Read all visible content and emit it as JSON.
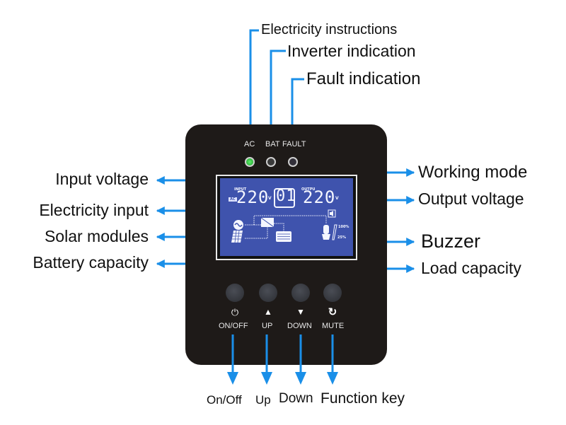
{
  "callouts": {
    "top": [
      {
        "label": "Electricity instructions",
        "target": "AC"
      },
      {
        "label": "Inverter indication",
        "target": "BAT"
      },
      {
        "label": "Fault indication",
        "target": "FAULT"
      }
    ],
    "left": [
      {
        "label": "Input voltage"
      },
      {
        "label": "Electricity input"
      },
      {
        "label": "Solar modules"
      },
      {
        "label": "Battery capacity"
      }
    ],
    "right": [
      {
        "label": "Working mode"
      },
      {
        "label": "Output voltage"
      },
      {
        "label": "Buzzer"
      },
      {
        "label": "Load capacity"
      }
    ],
    "bottom": [
      {
        "label": "On/Off"
      },
      {
        "label": "Up"
      },
      {
        "label": "Down"
      },
      {
        "label": "Function key"
      }
    ]
  },
  "indicators": [
    {
      "label": "AC",
      "state": "on",
      "color": "#27c33a"
    },
    {
      "label": "BAT",
      "state": "off",
      "color": "#3a3a3a"
    },
    {
      "label": "FAULT",
      "state": "off",
      "color": "#33303a"
    }
  ],
  "lcd": {
    "input_label": "INPUT",
    "input_tag": "AC",
    "input_value": "220",
    "input_unit": "V",
    "mode_value": "01",
    "output_label": "OUTPU",
    "output_value": "220",
    "output_unit": "V",
    "load_max": "100%",
    "load_min": "25%"
  },
  "buttons": [
    {
      "label": "ON/OFF",
      "icon": "power-icon",
      "glyph": "⏻"
    },
    {
      "label": "UP",
      "icon": "triangle-up-icon",
      "glyph": "▲"
    },
    {
      "label": "DOWN",
      "icon": "triangle-down-icon",
      "glyph": "▼"
    },
    {
      "label": "MUTE",
      "icon": "refresh-icon",
      "glyph": "↻"
    }
  ],
  "colors": {
    "accent": "#1a8fe8",
    "panel": "#1e1a18",
    "lcd": "#3f53ad"
  }
}
